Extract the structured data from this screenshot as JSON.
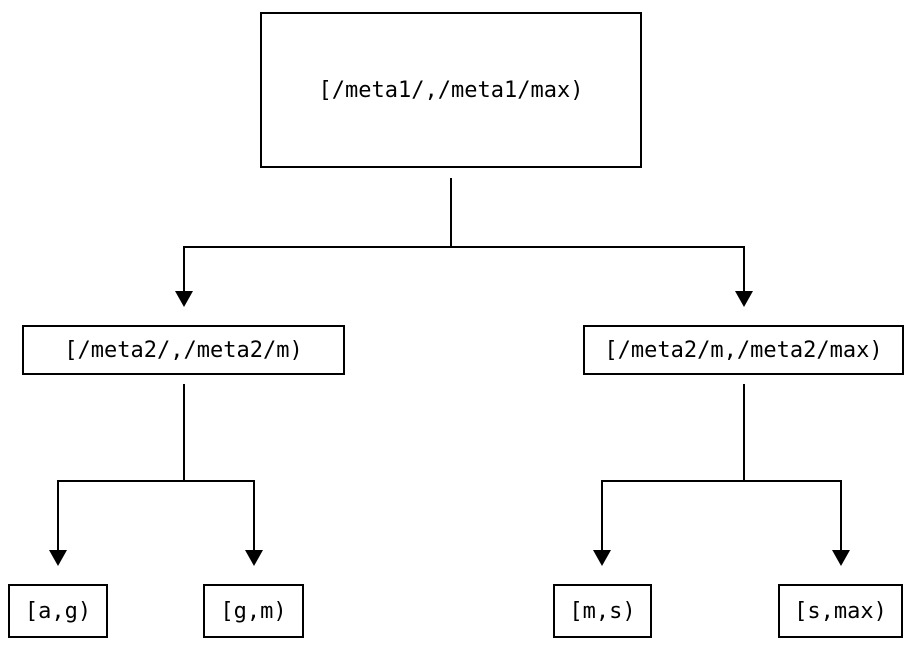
{
  "diagram": {
    "type": "binary-range-tree",
    "colors": {
      "background": "#ffffff",
      "line": "#000000",
      "text": "#000000",
      "node_fill": "#ffffff"
    },
    "nodes": {
      "root": {
        "label": "[/meta1/,/meta1/max)"
      },
      "meta2_left": {
        "label": "[/meta2/,/meta2/m)"
      },
      "meta2_right": {
        "label": "[/meta2/m,/meta2/max)"
      },
      "leaf_ag": {
        "label": "[a,g)"
      },
      "leaf_gm": {
        "label": "[g,m)"
      },
      "leaf_ms": {
        "label": "[m,s)"
      },
      "leaf_smax": {
        "label": "[s,max)"
      }
    },
    "edges": [
      {
        "from": "root",
        "to": "meta2_left"
      },
      {
        "from": "root",
        "to": "meta2_right"
      },
      {
        "from": "meta2_left",
        "to": "leaf_ag"
      },
      {
        "from": "meta2_left",
        "to": "leaf_gm"
      },
      {
        "from": "meta2_right",
        "to": "leaf_ms"
      },
      {
        "from": "meta2_right",
        "to": "leaf_smax"
      }
    ]
  }
}
